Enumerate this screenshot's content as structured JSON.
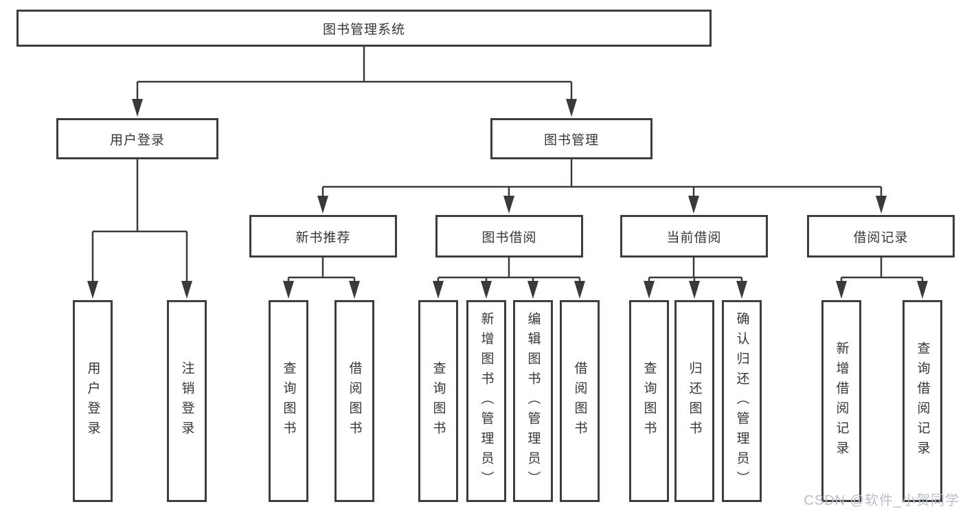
{
  "tree": {
    "root": {
      "label": "图书管理系统"
    },
    "branches": [
      {
        "label": "用户登录",
        "children": [
          {
            "label": "用户登录"
          },
          {
            "label": "注销登录"
          }
        ]
      },
      {
        "label": "图书管理",
        "children": [
          {
            "label": "新书推荐",
            "children": [
              {
                "label": "查询图书"
              },
              {
                "label": "借阅图书"
              }
            ]
          },
          {
            "label": "图书借阅",
            "children": [
              {
                "label": "查询图书"
              },
              {
                "label": "新增图书（管理员）"
              },
              {
                "label": "编辑图书（管理员）"
              },
              {
                "label": "借阅图书"
              }
            ]
          },
          {
            "label": "当前借阅",
            "children": [
              {
                "label": "查询图书"
              },
              {
                "label": "归还图书"
              },
              {
                "label": "确认归还（管理员）"
              }
            ]
          },
          {
            "label": "借阅记录",
            "children": [
              {
                "label": "新增借阅记录"
              },
              {
                "label": "查询借阅记录"
              }
            ]
          }
        ]
      }
    ]
  },
  "watermark": {
    "text": "CSDN @软件_小贺同学"
  },
  "colors": {
    "line": "#3a3a3a",
    "box_border": "#3d3d3d",
    "text": "#363636",
    "watermark": "#b9bec9",
    "background": "#ffffff"
  }
}
